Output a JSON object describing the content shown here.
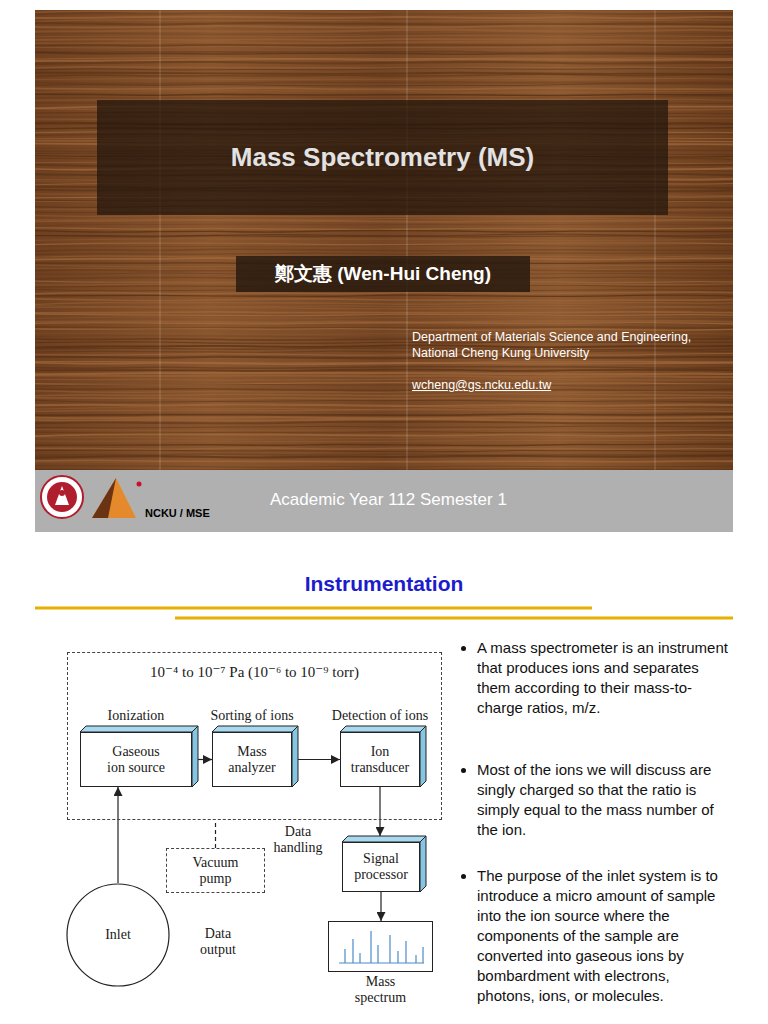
{
  "diagram": {
    "title": "Mass Spectrometry (MS)",
    "nodes": [
      {
        "text": [
          "10⁻⁴ to 10⁻⁷ Pa (10⁻⁶ to 10⁻⁹ torr)"
        ]
      },
      {
        "text": [
          "Ionization",
          "Gaseous ion source"
        ],
        "in": 0
      },
      {
        "text": [
          "Sorting of ions",
          "Mass analyzer"
        ],
        "in": 0
      },
      {
        "text": [
          "Detection of ions",
          "Ion transducer"
        ],
        "in": 0
      },
      {
        "text": [
          "Vacuum pump"
        ]
      },
      {
        "text": [
          "Signal processor"
        ]
      },
      {
        "text": [
          "Inlet"
        ]
      },
      {
        "text": [
          "Mass spectrum"
        ]
      }
    ],
    "edges": [
      {
        "from": 6,
        "to": 1,
        "arrow": "to"
      },
      {
        "from": 1,
        "to": 2,
        "arrow": "to"
      },
      {
        "from": 2,
        "to": 3,
        "arrow": "to"
      },
      {
        "from": 3,
        "to": 5,
        "arrow": "to"
      },
      {
        "from": 5,
        "to": 7,
        "arrow": "to"
      },
      {
        "from": 4,
        "to": 0,
        "arrow": "none"
      }
    ],
    "labels": [
      "鄭文惠 (Wen-Hui Cheng)",
      "Department of Materials Science and Engineering, National Cheng Kung University",
      "wcheng@gs.ncku.edu.tw",
      "NCKU / MSE",
      "Academic Year 112 Semester 1",
      "Instrumentation",
      "Data handling",
      "Data output",
      "A mass spectrometer is an instrument that produces ions and separates them according to their mass-to-charge ratios, m/z.",
      "Most of the ions we will discuss are singly charged so that the ratio is simply equal to the mass number of the ion.",
      "The purpose of the inlet system is to introduce a micro amount of sample into the ion source where the components of the sample are converted into gaseous ions by bombardment with electrons, photons, ions, or molecules."
    ]
  }
}
